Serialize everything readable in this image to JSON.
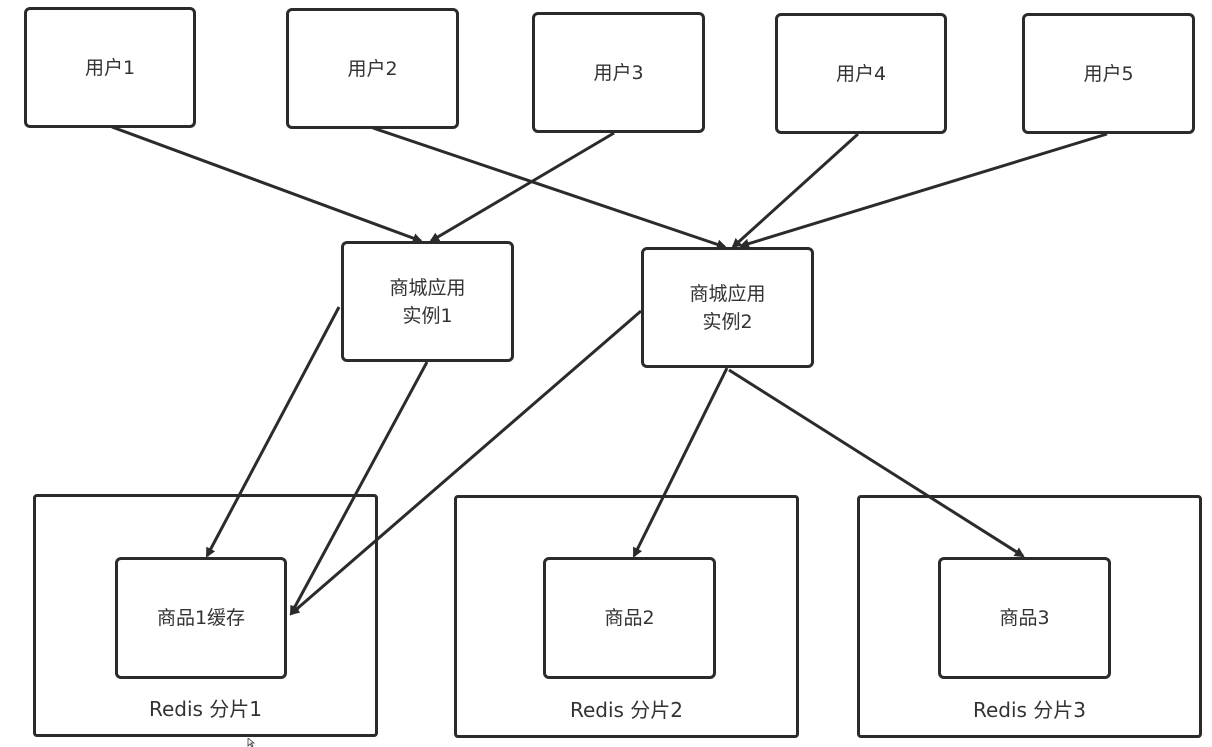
{
  "users": [
    {
      "label": "用户1"
    },
    {
      "label": "用户2"
    },
    {
      "label": "用户3"
    },
    {
      "label": "用户4"
    },
    {
      "label": "用户5"
    }
  ],
  "instances": [
    {
      "label": "商城应用\n实例1"
    },
    {
      "label": "商城应用\n实例2"
    }
  ],
  "shards": [
    {
      "label": "Redis 分片1",
      "cache_label": "商品1缓存"
    },
    {
      "label": "Redis 分片2",
      "cache_label": "商品2"
    },
    {
      "label": "Redis 分片3",
      "cache_label": "商品3"
    }
  ],
  "edges": [
    {
      "from": "user-1",
      "to": "instance-1"
    },
    {
      "from": "user-3",
      "to": "instance-1"
    },
    {
      "from": "user-2",
      "to": "instance-2"
    },
    {
      "from": "user-4",
      "to": "instance-2"
    },
    {
      "from": "user-5",
      "to": "instance-2"
    },
    {
      "from": "instance-1",
      "to": "shard-1-cache"
    },
    {
      "from": "instance-1",
      "to": "shard-1-cache"
    },
    {
      "from": "instance-2",
      "to": "shard-1-cache"
    },
    {
      "from": "instance-2",
      "to": "shard-2-cache"
    },
    {
      "from": "instance-2",
      "to": "shard-3-cache"
    }
  ],
  "colors": {
    "stroke": "#2b2b2b",
    "text": "#333333",
    "background": "#ffffff"
  }
}
